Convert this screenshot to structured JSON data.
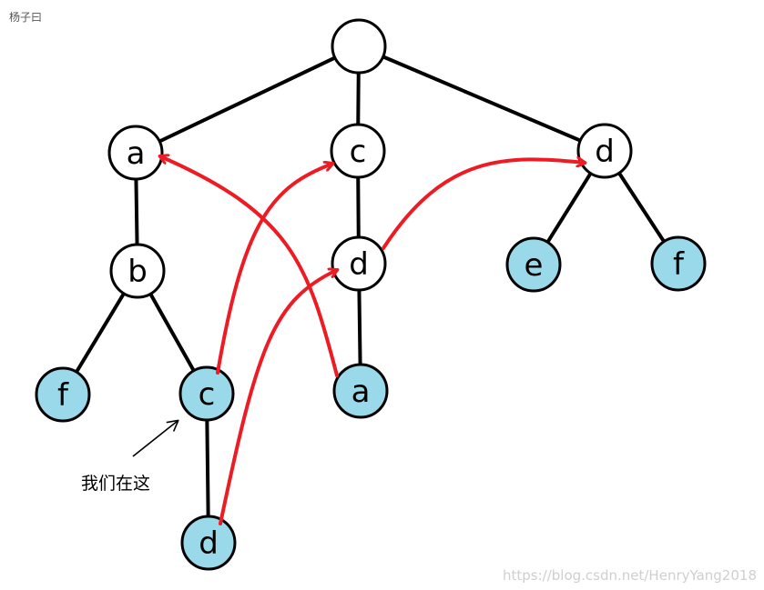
{
  "author_label": "杨子曰",
  "annotation_text": "我们在这",
  "watermark": "https://blog.csdn.net/HenryYang2018",
  "colors": {
    "node_fill": "#ffffff",
    "leaf_fill": "#99d9ea",
    "edge": "#000000",
    "arrow": "#ed1c24"
  },
  "nodes": [
    {
      "id": "root",
      "label": "",
      "highlighted": false
    },
    {
      "id": "a1",
      "label": "a",
      "highlighted": false
    },
    {
      "id": "c1",
      "label": "c",
      "highlighted": false
    },
    {
      "id": "d1",
      "label": "d",
      "highlighted": false
    },
    {
      "id": "b1",
      "label": "b",
      "highlighted": false
    },
    {
      "id": "d2",
      "label": "d",
      "highlighted": false
    },
    {
      "id": "e1",
      "label": "e",
      "highlighted": true
    },
    {
      "id": "f1",
      "label": "f",
      "highlighted": true
    },
    {
      "id": "f2",
      "label": "f",
      "highlighted": true
    },
    {
      "id": "c2",
      "label": "c",
      "highlighted": true
    },
    {
      "id": "a2",
      "label": "a",
      "highlighted": true
    },
    {
      "id": "d3",
      "label": "d",
      "highlighted": true
    }
  ],
  "edges": [
    [
      "root",
      "a1"
    ],
    [
      "root",
      "c1"
    ],
    [
      "root",
      "d1"
    ],
    [
      "a1",
      "b1"
    ],
    [
      "b1",
      "f2"
    ],
    [
      "b1",
      "c2"
    ],
    [
      "c2",
      "d3"
    ],
    [
      "c1",
      "d2"
    ],
    [
      "d2",
      "a2"
    ],
    [
      "d1",
      "e1"
    ],
    [
      "d1",
      "f1"
    ]
  ],
  "fail_links": [
    {
      "from": "c2",
      "to": "c1"
    },
    {
      "from": "a2",
      "to": "a1"
    },
    {
      "from": "d3",
      "to": "d2"
    },
    {
      "from": "d2",
      "to": "d1"
    }
  ]
}
